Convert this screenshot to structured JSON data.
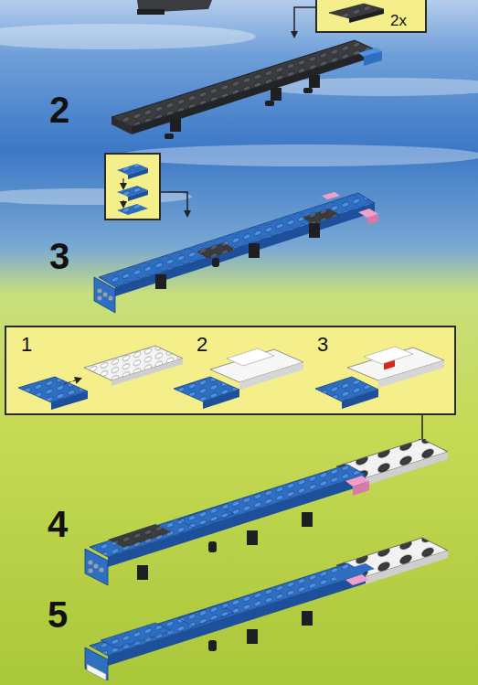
{
  "diagram": {
    "nodes": [
      {
        "text": [
          "2x"
        ]
      },
      {
        "text": [
          "1",
          "2",
          "3"
        ]
      }
    ],
    "labels": [
      "2",
      "3",
      "4",
      "5"
    ]
  }
}
